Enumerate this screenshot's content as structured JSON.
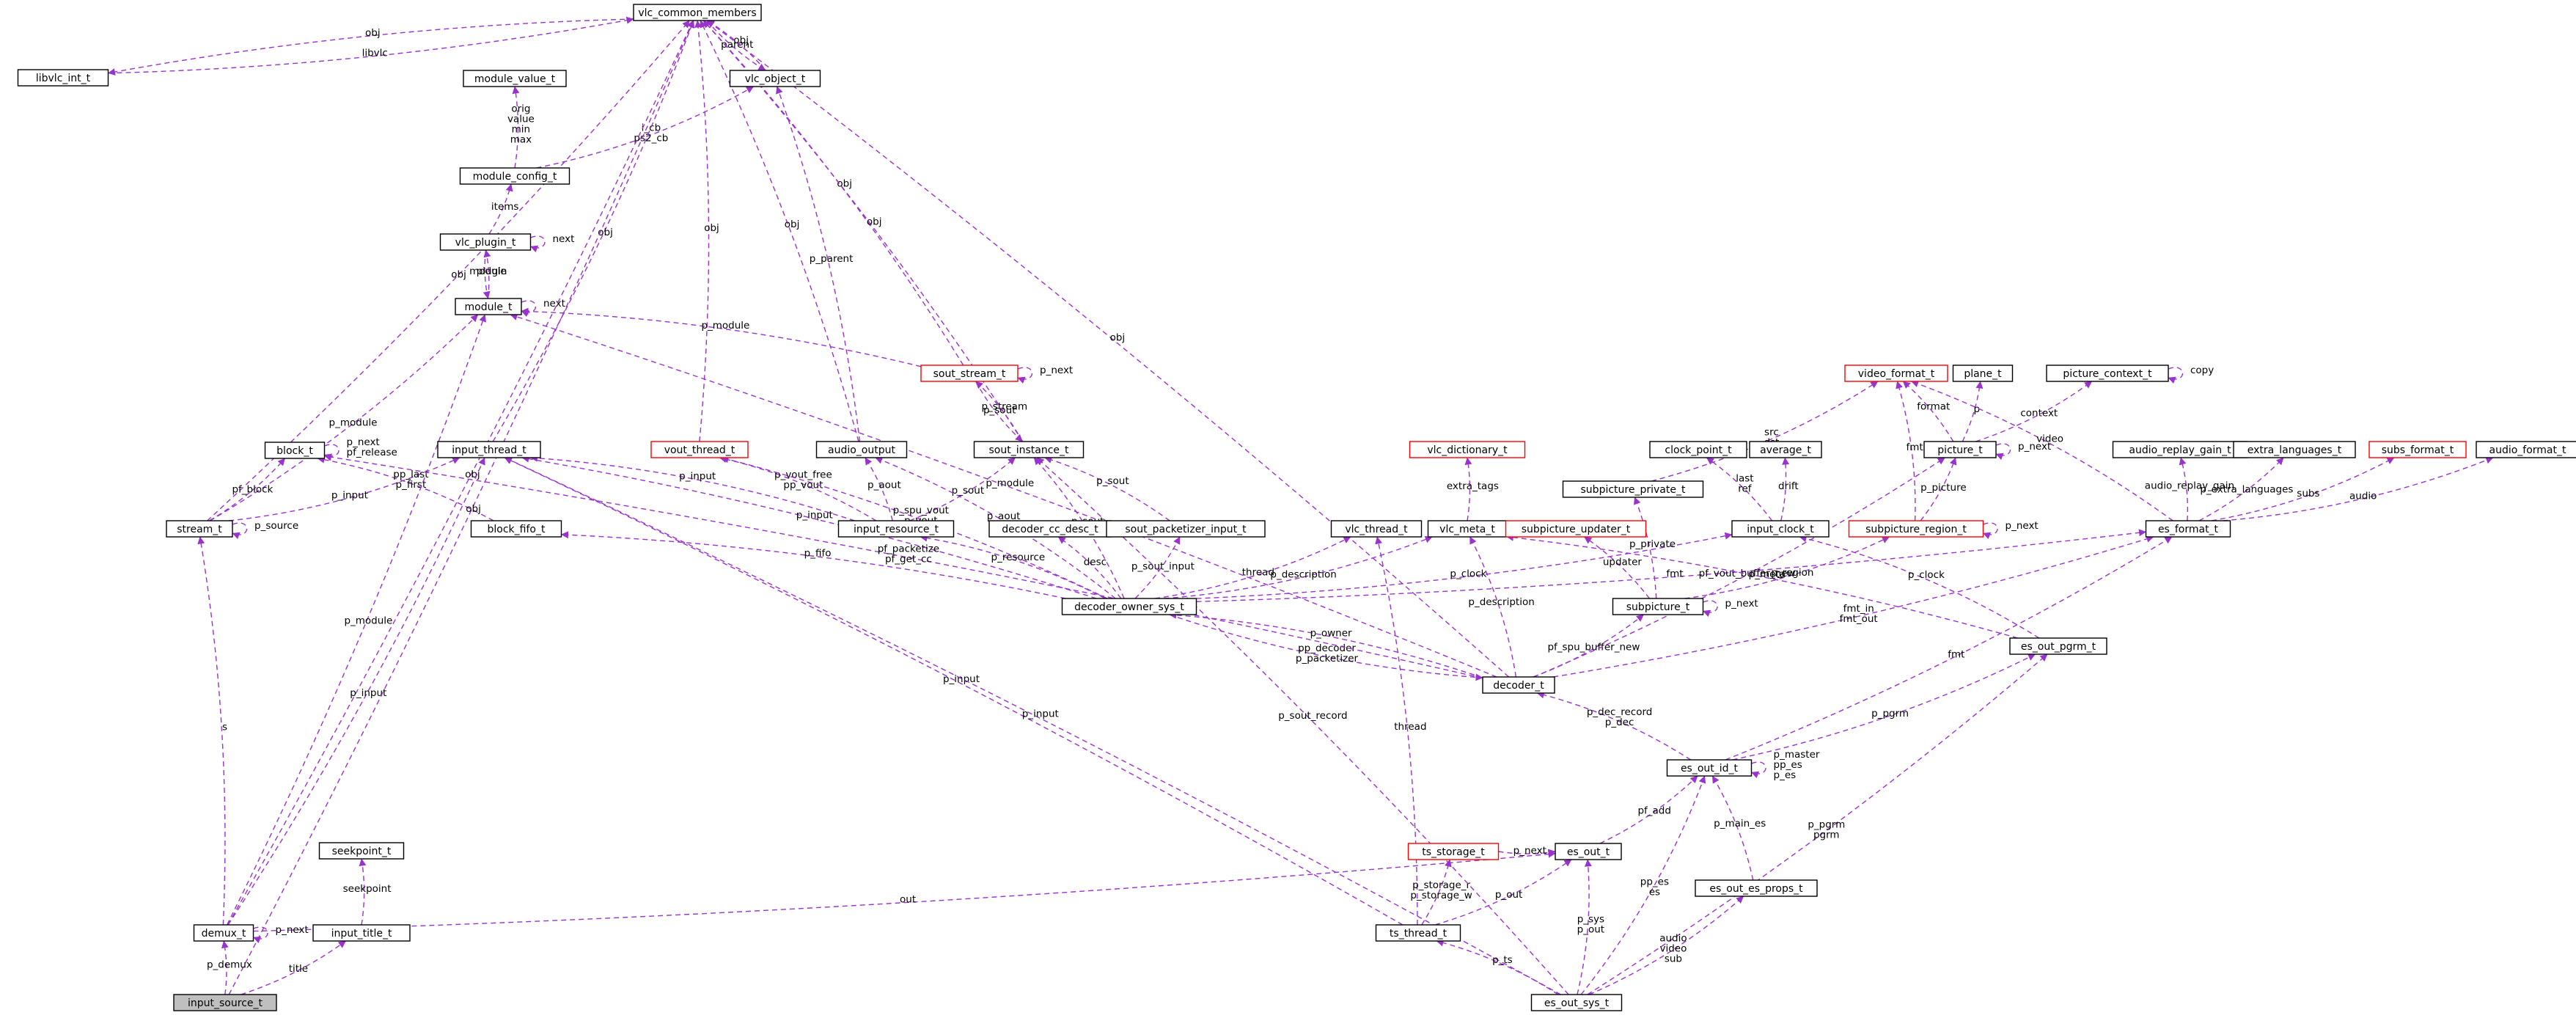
{
  "diagram": {
    "nodes": [
      {
        "id": "vlc_common_members",
        "label": "vlc_common_members",
        "style": "normal"
      },
      {
        "id": "libvlc_int_t",
        "label": "libvlc_int_t",
        "style": "normal"
      },
      {
        "id": "vlc_object_t",
        "label": "vlc_object_t",
        "style": "normal"
      },
      {
        "id": "module_value_t",
        "label": "module_value_t",
        "style": "normal"
      },
      {
        "id": "module_config_t",
        "label": "module_config_t",
        "style": "normal"
      },
      {
        "id": "vlc_plugin_t",
        "label": "vlc_plugin_t",
        "style": "normal"
      },
      {
        "id": "module_t",
        "label": "module_t",
        "style": "normal"
      },
      {
        "id": "block_t",
        "label": "block_t",
        "style": "normal"
      },
      {
        "id": "input_thread_t",
        "label": "input_thread_t",
        "style": "normal"
      },
      {
        "id": "stream_t",
        "label": "stream_t",
        "style": "normal"
      },
      {
        "id": "block_fifo_t",
        "label": "block_fifo_t",
        "style": "normal"
      },
      {
        "id": "vout_thread_t",
        "label": "vout_thread_t",
        "style": "red"
      },
      {
        "id": "audio_output",
        "label": "audio_output",
        "style": "normal"
      },
      {
        "id": "sout_stream_t",
        "label": "sout_stream_t",
        "style": "red"
      },
      {
        "id": "sout_instance_t",
        "label": "sout_instance_t",
        "style": "normal"
      },
      {
        "id": "input_resource_t",
        "label": "input_resource_t",
        "style": "normal"
      },
      {
        "id": "decoder_cc_desc_t",
        "label": "decoder_cc_desc_t",
        "style": "normal"
      },
      {
        "id": "sout_packetizer_input_t",
        "label": "sout_packetizer_input_t",
        "style": "normal"
      },
      {
        "id": "vlc_thread_t",
        "label": "vlc_thread_t",
        "style": "normal"
      },
      {
        "id": "vlc_meta_t",
        "label": "vlc_meta_t",
        "style": "normal"
      },
      {
        "id": "vlc_dictionary_t",
        "label": "vlc_dictionary_t",
        "style": "red"
      },
      {
        "id": "decoder_owner_sys_t",
        "label": "decoder_owner_sys_t",
        "style": "normal"
      },
      {
        "id": "subpicture_updater_t",
        "label": "subpicture_updater_t",
        "style": "red"
      },
      {
        "id": "subpicture_private_t",
        "label": "subpicture_private_t",
        "style": "normal"
      },
      {
        "id": "clock_point_t",
        "label": "clock_point_t",
        "style": "normal"
      },
      {
        "id": "average_t",
        "label": "average_t",
        "style": "normal"
      },
      {
        "id": "input_clock_t",
        "label": "input_clock_t",
        "style": "normal"
      },
      {
        "id": "video_format_t",
        "label": "video_format_t",
        "style": "red"
      },
      {
        "id": "plane_t",
        "label": "plane_t",
        "style": "normal"
      },
      {
        "id": "picture_context_t",
        "label": "picture_context_t",
        "style": "normal"
      },
      {
        "id": "picture_t",
        "label": "picture_t",
        "style": "normal"
      },
      {
        "id": "subpicture_region_t",
        "label": "subpicture_region_t",
        "style": "red"
      },
      {
        "id": "subpicture_t",
        "label": "subpicture_t",
        "style": "normal"
      },
      {
        "id": "audio_replay_gain_t",
        "label": "audio_replay_gain_t",
        "style": "normal"
      },
      {
        "id": "extra_languages_t",
        "label": "extra_languages_t",
        "style": "normal"
      },
      {
        "id": "subs_format_t",
        "label": "subs_format_t",
        "style": "red"
      },
      {
        "id": "audio_format_t",
        "label": "audio_format_t",
        "style": "normal"
      },
      {
        "id": "es_format_t",
        "label": "es_format_t",
        "style": "normal"
      },
      {
        "id": "decoder_t",
        "label": "decoder_t",
        "style": "normal"
      },
      {
        "id": "es_out_pgrm_t",
        "label": "es_out_pgrm_t",
        "style": "normal"
      },
      {
        "id": "es_out_id_t",
        "label": "es_out_id_t",
        "style": "normal"
      },
      {
        "id": "seekpoint_t",
        "label": "seekpoint_t",
        "style": "normal"
      },
      {
        "id": "ts_storage_t",
        "label": "ts_storage_t",
        "style": "red"
      },
      {
        "id": "es_out_t",
        "label": "es_out_t",
        "style": "normal"
      },
      {
        "id": "es_out_es_props_t",
        "label": "es_out_es_props_t",
        "style": "normal"
      },
      {
        "id": "demux_t",
        "label": "demux_t",
        "style": "normal"
      },
      {
        "id": "input_title_t",
        "label": "input_title_t",
        "style": "normal"
      },
      {
        "id": "ts_thread_t",
        "label": "ts_thread_t",
        "style": "normal"
      },
      {
        "id": "input_source_t",
        "label": "input_source_t",
        "style": "gray"
      },
      {
        "id": "es_out_sys_t",
        "label": "es_out_sys_t",
        "style": "normal"
      }
    ],
    "edges": [
      {
        "from": "libvlc_int_t",
        "to": "vlc_common_members",
        "label": [
          "libvlc"
        ]
      },
      {
        "from": "vlc_common_members",
        "to": "libvlc_int_t",
        "label": [
          "obj"
        ]
      },
      {
        "from": "vlc_common_members",
        "to": "vlc_object_t",
        "label": [
          "parent"
        ]
      },
      {
        "from": "vlc_object_t",
        "to": "vlc_common_members",
        "label": [
          "obj"
        ]
      },
      {
        "from": "module_config_t",
        "to": "vlc_object_t",
        "label": [
          "i_cb",
          "ps2_cb"
        ]
      },
      {
        "from": "module_config_t",
        "to": "module_value_t",
        "label": [
          "orig",
          "value",
          "min",
          "max"
        ]
      },
      {
        "from": "vlc_plugin_t",
        "to": "module_config_t",
        "label": [
          "items"
        ]
      },
      {
        "from": "vlc_plugin_t",
        "to": "vlc_plugin_t",
        "label": [
          "next"
        ]
      },
      {
        "from": "module_t",
        "to": "vlc_plugin_t",
        "label": [
          "plugin"
        ]
      },
      {
        "from": "vlc_plugin_t",
        "to": "module_t",
        "label": [
          "module"
        ]
      },
      {
        "from": "module_t",
        "to": "module_t",
        "label": [
          "next"
        ]
      },
      {
        "from": "stream_t",
        "to": "vlc_common_members",
        "label": [
          "obj"
        ]
      },
      {
        "from": "stream_t",
        "to": "module_t",
        "label": [
          "p_module"
        ]
      },
      {
        "from": "stream_t",
        "to": "block_t",
        "label": [
          "pf_block"
        ]
      },
      {
        "from": "stream_t",
        "to": "input_thread_t",
        "label": [
          "p_input"
        ]
      },
      {
        "from": "stream_t",
        "to": "stream_t",
        "label": [
          "p_source"
        ]
      },
      {
        "from": "block_t",
        "to": "block_t",
        "label": [
          "p_next",
          "pf_release"
        ]
      },
      {
        "from": "block_fifo_t",
        "to": "block_t",
        "label": [
          "pp_last",
          "p_first"
        ]
      },
      {
        "from": "input_thread_t",
        "to": "vlc_common_members",
        "label": [
          "obj"
        ]
      },
      {
        "from": "vout_thread_t",
        "to": "vlc_common_members",
        "label": [
          "obj"
        ]
      },
      {
        "from": "audio_output",
        "to": "vlc_common_members",
        "label": [
          "obj"
        ]
      },
      {
        "from": "audio_output",
        "to": "vlc_object_t",
        "label": [
          "p_parent"
        ]
      },
      {
        "from": "sout_stream_t",
        "to": "vlc_common_members",
        "label": [
          "obj"
        ]
      },
      {
        "from": "sout_stream_t",
        "to": "module_t",
        "label": [
          "p_module"
        ]
      },
      {
        "from": "sout_stream_t",
        "to": "sout_stream_t",
        "label": [
          "p_next"
        ]
      },
      {
        "from": "sout_instance_t",
        "to": "sout_stream_t",
        "label": [
          "p_stream"
        ]
      },
      {
        "from": "sout_stream_t",
        "to": "sout_instance_t",
        "label": [
          "p_sout"
        ]
      },
      {
        "from": "sout_instance_t",
        "to": "vlc_common_members",
        "label": [
          "obj"
        ]
      },
      {
        "from": "input_resource_t",
        "to": "input_thread_t",
        "label": [
          "p_input"
        ]
      },
      {
        "from": "input_resource_t",
        "to": "audio_output",
        "label": [
          "p_aout"
        ]
      },
      {
        "from": "input_resource_t",
        "to": "vout_thread_t",
        "label": [
          "p_vout_free",
          "pp_vout"
        ]
      },
      {
        "from": "input_resource_t",
        "to": "sout_instance_t",
        "label": [
          "p_sout"
        ]
      },
      {
        "from": "sout_packetizer_input_t",
        "to": "sout_instance_t",
        "label": [
          "p_sout"
        ]
      },
      {
        "from": "vlc_meta_t",
        "to": "vlc_dictionary_t",
        "label": [
          "extra_tags"
        ]
      },
      {
        "from": "decoder_owner_sys_t",
        "to": "input_thread_t",
        "label": [
          "p_input"
        ]
      },
      {
        "from": "decoder_owner_sys_t",
        "to": "input_resource_t",
        "label": [
          "p_resource"
        ]
      },
      {
        "from": "decoder_owner_sys_t",
        "to": "audio_output",
        "label": [
          "p_aout"
        ]
      },
      {
        "from": "decoder_owner_sys_t",
        "to": "vout_thread_t",
        "label": [
          "p_spu_vout",
          "p_vout"
        ]
      },
      {
        "from": "decoder_owner_sys_t",
        "to": "block_fifo_t",
        "label": [
          "p_fifo"
        ]
      },
      {
        "from": "decoder_owner_sys_t",
        "to": "decoder_cc_desc_t",
        "label": [
          "desc"
        ]
      },
      {
        "from": "decoder_owner_sys_t",
        "to": "sout_packetizer_input_t",
        "label": [
          "p_sout_input"
        ]
      },
      {
        "from": "decoder_owner_sys_t",
        "to": "sout_instance_t",
        "label": [
          "p_sout"
        ]
      },
      {
        "from": "decoder_owner_sys_t",
        "to": "vlc_thread_t",
        "label": [
          "thread"
        ]
      },
      {
        "from": "decoder_owner_sys_t",
        "to": "vlc_meta_t",
        "label": [
          "p_description"
        ]
      },
      {
        "from": "decoder_owner_sys_t",
        "to": "input_clock_t",
        "label": [
          "p_clock"
        ]
      },
      {
        "from": "decoder_owner_sys_t",
        "to": "decoder_t",
        "label": [
          "pp_decoder",
          "p_packetizer"
        ]
      },
      {
        "from": "decoder_owner_sys_t",
        "to": "es_format_t",
        "label": [
          "fmt"
        ]
      },
      {
        "from": "input_clock_t",
        "to": "clock_point_t",
        "label": [
          "last",
          "ref"
        ]
      },
      {
        "from": "input_clock_t",
        "to": "average_t",
        "label": [
          "drift"
        ]
      },
      {
        "from": "subpicture_private_t",
        "to": "video_format_t",
        "label": [
          "src",
          "dst"
        ]
      },
      {
        "from": "subpicture_t",
        "to": "subpicture_private_t",
        "label": [
          "p_private"
        ]
      },
      {
        "from": "subpicture_t",
        "to": "subpicture_updater_t",
        "label": [
          "updater"
        ]
      },
      {
        "from": "subpicture_t",
        "to": "subpicture_t",
        "label": [
          "p_next"
        ]
      },
      {
        "from": "subpicture_t",
        "to": "subpicture_region_t",
        "label": [
          "p_region"
        ]
      },
      {
        "from": "picture_t",
        "to": "video_format_t",
        "label": [
          "format"
        ]
      },
      {
        "from": "picture_t",
        "to": "plane_t",
        "label": [
          "p"
        ]
      },
      {
        "from": "picture_t",
        "to": "picture_context_t",
        "label": [
          "context"
        ]
      },
      {
        "from": "picture_t",
        "to": "picture_t",
        "label": [
          "p_next"
        ]
      },
      {
        "from": "picture_context_t",
        "to": "picture_context_t",
        "label": [
          "copy"
        ]
      },
      {
        "from": "subpicture_region_t",
        "to": "video_format_t",
        "label": [
          "fmt"
        ]
      },
      {
        "from": "subpicture_region_t",
        "to": "picture_t",
        "label": [
          "p_picture"
        ]
      },
      {
        "from": "subpicture_region_t",
        "to": "subpicture_region_t",
        "label": [
          "p_next"
        ]
      },
      {
        "from": "es_format_t",
        "to": "video_format_t",
        "label": [
          "video"
        ]
      },
      {
        "from": "es_format_t",
        "to": "audio_replay_gain_t",
        "label": [
          "audio_replay_gain"
        ]
      },
      {
        "from": "es_format_t",
        "to": "extra_languages_t",
        "label": [
          "p_extra_languages"
        ]
      },
      {
        "from": "es_format_t",
        "to": "subs_format_t",
        "label": [
          "subs"
        ]
      },
      {
        "from": "es_format_t",
        "to": "audio_format_t",
        "label": [
          "audio"
        ]
      },
      {
        "from": "decoder_t",
        "to": "vlc_common_members",
        "label": [
          "obj"
        ]
      },
      {
        "from": "decoder_t",
        "to": "module_t",
        "label": [
          "p_module"
        ]
      },
      {
        "from": "decoder_t",
        "to": "block_t",
        "label": [
          "pf_packetize",
          "pf_get_cc"
        ]
      },
      {
        "from": "decoder_t",
        "to": "decoder_owner_sys_t",
        "label": [
          "p_owner"
        ]
      },
      {
        "from": "decoder_t",
        "to": "vlc_meta_t",
        "label": [
          "p_description"
        ]
      },
      {
        "from": "decoder_t",
        "to": "subpicture_t",
        "label": [
          "pf_spu_buffer_new"
        ]
      },
      {
        "from": "decoder_t",
        "to": "picture_t",
        "label": [
          "pf_vout_buffer_new"
        ]
      },
      {
        "from": "decoder_t",
        "to": "es_format_t",
        "label": [
          "fmt_in",
          "fmt_out"
        ]
      },
      {
        "from": "es_out_pgrm_t",
        "to": "input_clock_t",
        "label": [
          "p_clock"
        ]
      },
      {
        "from": "es_out_pgrm_t",
        "to": "vlc_meta_t",
        "label": [
          "p_meta"
        ]
      },
      {
        "from": "es_out_id_t",
        "to": "decoder_t",
        "label": [
          "p_dec_record",
          "p_dec"
        ]
      },
      {
        "from": "es_out_id_t",
        "to": "es_out_pgrm_t",
        "label": [
          "p_pgrm"
        ]
      },
      {
        "from": "es_out_id_t",
        "to": "es_format_t",
        "label": [
          "fmt"
        ]
      },
      {
        "from": "es_out_id_t",
        "to": "es_out_id_t",
        "label": [
          "p_master",
          "pp_es",
          "p_es"
        ]
      },
      {
        "from": "es_out_t",
        "to": "es_out_id_t",
        "label": [
          "pf_add"
        ]
      },
      {
        "from": "es_out_es_props_t",
        "to": "es_out_id_t",
        "label": [
          "p_main_es"
        ]
      },
      {
        "from": "ts_storage_t",
        "to": "es_out_t",
        "label": [
          "p_next"
        ]
      },
      {
        "from": "demux_t",
        "to": "vlc_common_members",
        "label": [
          "obj"
        ]
      },
      {
        "from": "demux_t",
        "to": "module_t",
        "label": [
          "p_module"
        ]
      },
      {
        "from": "demux_t",
        "to": "stream_t",
        "label": [
          "s"
        ]
      },
      {
        "from": "demux_t",
        "to": "input_thread_t",
        "label": [
          "p_input"
        ]
      },
      {
        "from": "demux_t",
        "to": "es_out_t",
        "label": [
          "out"
        ]
      },
      {
        "from": "demux_t",
        "to": "demux_t",
        "label": [
          "p_next"
        ]
      },
      {
        "from": "input_title_t",
        "to": "seekpoint_t",
        "label": [
          "seekpoint"
        ]
      },
      {
        "from": "ts_thread_t",
        "to": "input_thread_t",
        "label": [
          "p_input"
        ]
      },
      {
        "from": "ts_thread_t",
        "to": "vlc_thread_t",
        "label": [
          "thread"
        ]
      },
      {
        "from": "ts_thread_t",
        "to": "ts_storage_t",
        "label": [
          "p_storage_r",
          "p_storage_w"
        ]
      },
      {
        "from": "ts_thread_t",
        "to": "es_out_t",
        "label": [
          "p_out"
        ]
      },
      {
        "from": "input_source_t",
        "to": "vlc_common_members",
        "label": [
          "obj"
        ]
      },
      {
        "from": "input_source_t",
        "to": "demux_t",
        "label": [
          "p_demux"
        ]
      },
      {
        "from": "input_source_t",
        "to": "input_title_t",
        "label": [
          "title"
        ]
      },
      {
        "from": "es_out_sys_t",
        "to": "input_thread_t",
        "label": [
          "p_input"
        ]
      },
      {
        "from": "es_out_sys_t",
        "to": "sout_instance_t",
        "label": [
          "p_sout_record"
        ]
      },
      {
        "from": "es_out_sys_t",
        "to": "es_out_pgrm_t",
        "label": [
          "p_pgrm",
          "pgrm"
        ]
      },
      {
        "from": "es_out_sys_t",
        "to": "es_out_id_t",
        "label": [
          "pp_es",
          "es"
        ]
      },
      {
        "from": "es_out_sys_t",
        "to": "es_out_es_props_t",
        "label": [
          "audio",
          "video",
          "sub"
        ]
      },
      {
        "from": "es_out_sys_t",
        "to": "es_out_t",
        "label": [
          "p_sys",
          "p_out"
        ]
      },
      {
        "from": "es_out_sys_t",
        "to": "ts_thread_t",
        "label": [
          "p_ts"
        ]
      }
    ]
  }
}
